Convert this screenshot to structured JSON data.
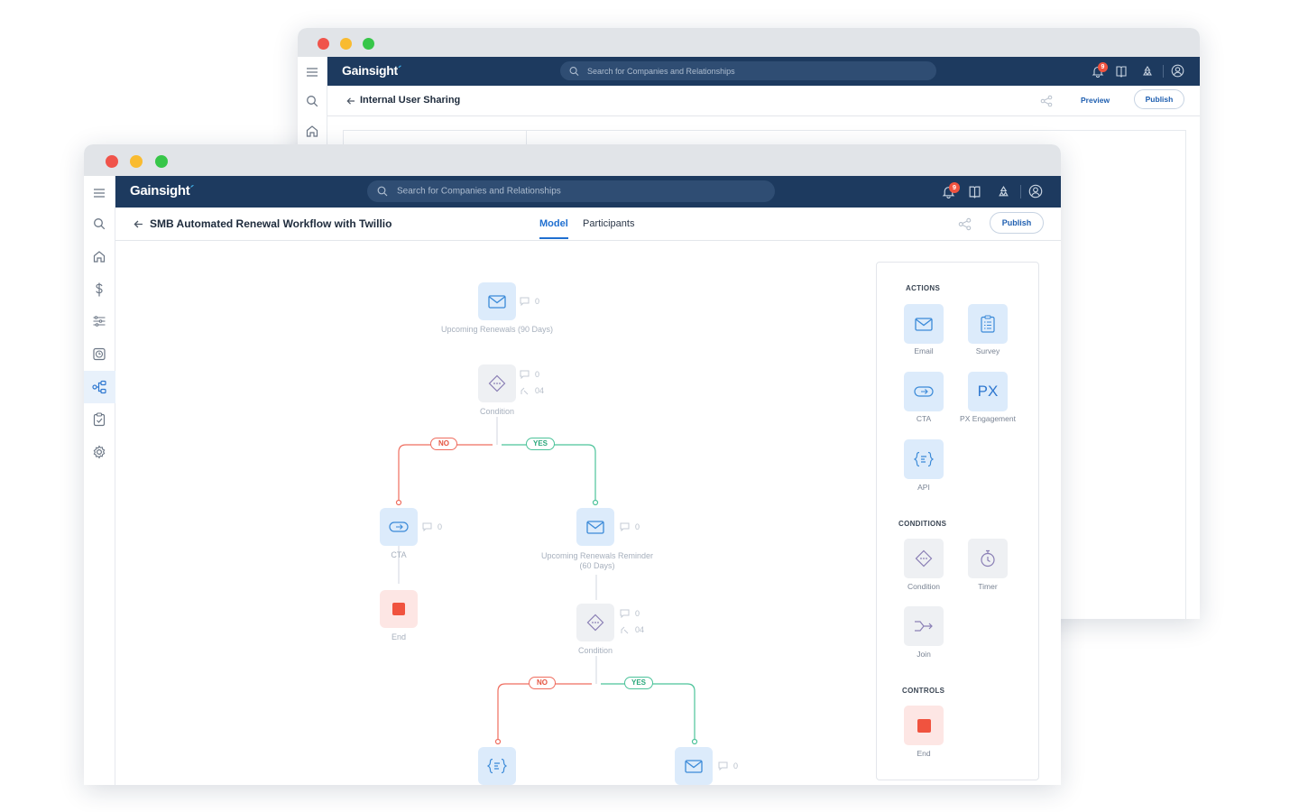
{
  "colors": {
    "nav_bg": "#1d3a5f",
    "accent": "#1f6fd0",
    "no_branch": "#ef6d5f",
    "yes_branch": "#4cc39a",
    "end_red": "#f0533f",
    "traffic_red": "#f0544b",
    "traffic_yellow": "#f9bb30",
    "traffic_green": "#37c649"
  },
  "back_window": {
    "logo": "Gainsight",
    "search_placeholder": "Search for Companies and Relationships",
    "notification_count": "9",
    "page_title": "Internal User Sharing",
    "preview_label": "Preview",
    "publish_label": "Publish",
    "sidebar_icons": [
      "menu-icon",
      "search-icon",
      "home-icon"
    ]
  },
  "front_window": {
    "logo": "Gainsight",
    "search_placeholder": "Search for Companies and Relationships",
    "notification_count": "9",
    "page_title": "SMB Automated Renewal Workflow with Twillio",
    "tabs": [
      {
        "label": "Model",
        "active": true
      },
      {
        "label": "Participants",
        "active": false
      }
    ],
    "publish_label": "Publish",
    "sidebar_icons": [
      "menu-icon",
      "search-icon",
      "home-icon",
      "dollar-icon",
      "timeline-icon",
      "clock-icon",
      "journey-icon",
      "checklist-icon",
      "gear-icon"
    ],
    "canvas": {
      "nodes": {
        "email_top": {
          "label": "Upcoming Renewals (90 Days)",
          "comments": "0"
        },
        "condition_top": {
          "label": "Condition",
          "comments": "0",
          "branches": "04"
        },
        "cta": {
          "label": "CTA",
          "comments": "0"
        },
        "end_left": {
          "label": "End"
        },
        "email_reminder": {
          "label_line1": "Upcoming Renewals Reminder",
          "label_line2": "(60 Days)",
          "comments": "0"
        },
        "condition_mid": {
          "label": "Condition",
          "comments": "0",
          "branches": "04"
        },
        "email_bottom": {
          "comments": "0"
        }
      },
      "branches": {
        "no": "NO",
        "yes": "YES"
      }
    },
    "palette": {
      "actions_heading": "ACTIONS",
      "actions": [
        {
          "label": "Email",
          "icon": "email-icon"
        },
        {
          "label": "Survey",
          "icon": "survey-icon"
        },
        {
          "label": "CTA",
          "icon": "cta-icon"
        },
        {
          "label": "PX Engagement",
          "icon": "px-icon",
          "glyph": "PX"
        },
        {
          "label": "API",
          "icon": "api-icon"
        }
      ],
      "conditions_heading": "CONDITIONS",
      "conditions": [
        {
          "label": "Condition",
          "icon": "condition-icon"
        },
        {
          "label": "Timer",
          "icon": "timer-icon"
        },
        {
          "label": "Join",
          "icon": "join-icon"
        }
      ],
      "controls_heading": "CONTROLS",
      "controls": [
        {
          "label": "End",
          "icon": "end-icon"
        }
      ]
    }
  }
}
